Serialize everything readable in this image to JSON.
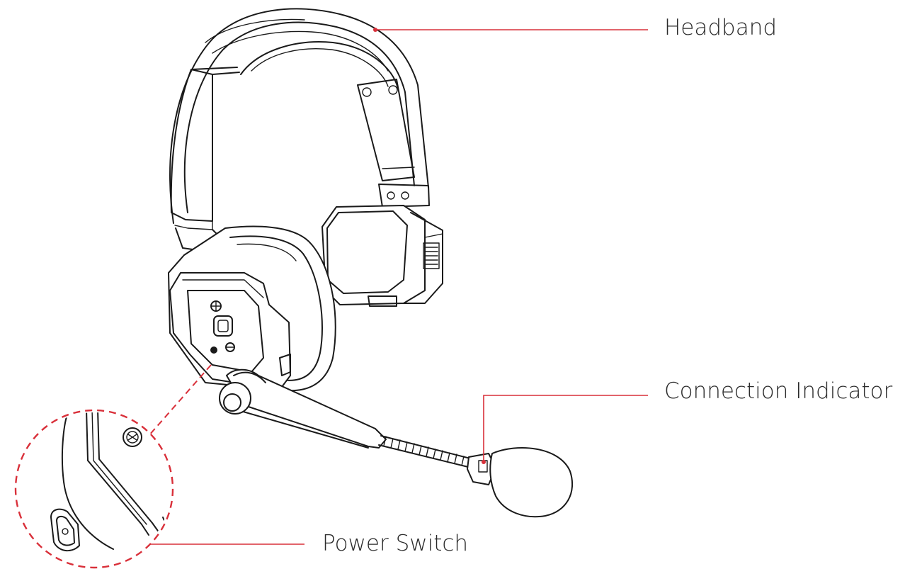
{
  "callouts": {
    "headband": "Headband",
    "connection_indicator": "Connection Indicator",
    "power_switch": "Power Switch"
  },
  "colors": {
    "accent": "#d9303a",
    "ink": "#1a1a1a",
    "text": "#2a2a2a",
    "background": "#ffffff"
  }
}
